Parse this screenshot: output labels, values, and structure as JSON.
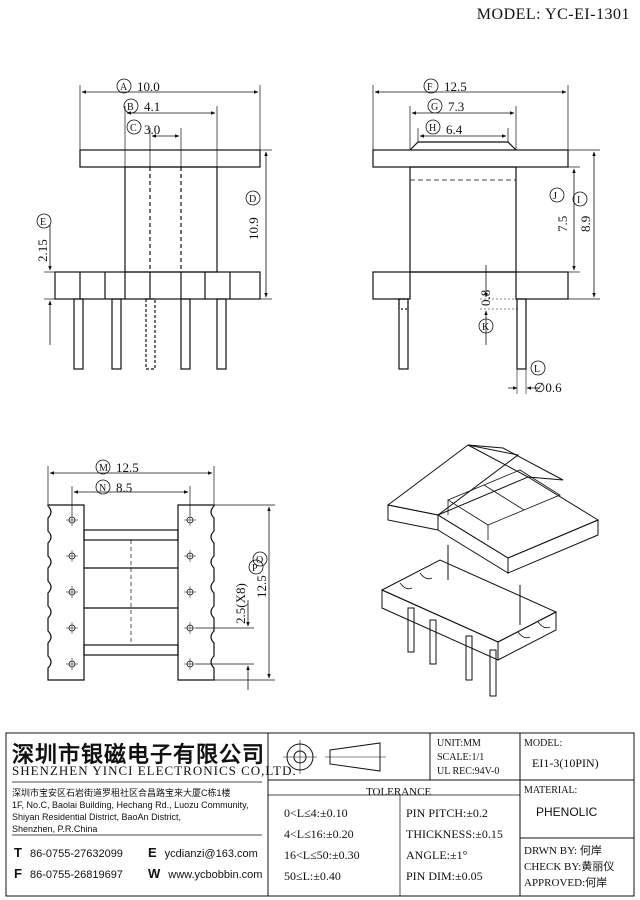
{
  "header": {
    "model_label": "MODEL: YC-EI-1301"
  },
  "front_view": {
    "dims": [
      {
        "tag": "A",
        "value": "10.0"
      },
      {
        "tag": "B",
        "value": "4.1"
      },
      {
        "tag": "C",
        "value": "3.0"
      },
      {
        "tag": "D",
        "value": "10.9"
      },
      {
        "tag": "E",
        "value": "2.15"
      }
    ]
  },
  "side_view": {
    "dims": [
      {
        "tag": "F",
        "value": "12.5"
      },
      {
        "tag": "G",
        "value": "7.3"
      },
      {
        "tag": "H",
        "value": "6.4"
      },
      {
        "tag": "J",
        "value": "7.5"
      },
      {
        "tag": "I",
        "value": "8.9"
      },
      {
        "tag": "K",
        "value": "0.8"
      },
      {
        "tag": "L",
        "value": "∅0.6"
      }
    ]
  },
  "bottom_view": {
    "dims": [
      {
        "tag": "M",
        "value": "12.5"
      },
      {
        "tag": "N",
        "value": "8.5"
      },
      {
        "tag": "P",
        "value": "2.5(X8)"
      },
      {
        "tag": "O",
        "value": "12.5"
      }
    ]
  },
  "title_block": {
    "company_cn": "深圳市银磁电子有限公司",
    "company_en": "SHENZHEN YINCI ELECTRONICS CO,LTD.",
    "address_lines": [
      "深圳市宝安区石岩街道罗租社区合昌路宝来大厦C栋1楼",
      "1F, No.C, Baolai Building, Hechang Rd., Luozu Community,",
      "Shiyan Residential District, BaoAn District,",
      "Shenzhen, P.R.China"
    ],
    "tel": {
      "letter": "T",
      "value": "86-0755-27632099"
    },
    "fax": {
      "letter": "F",
      "value": "86-0755-26819697"
    },
    "email": {
      "letter": "E",
      "value": "ycdianzi@163.com"
    },
    "web": {
      "letter": "W",
      "value": "www.ycbobbin.com"
    },
    "unit": "UNIT:MM",
    "scale": "SCALE:1/1",
    "ul_rec": "UL REC:94V-0",
    "model_label": "MODEL:",
    "model_value": "EI1-3(10PIN)",
    "tolerance_title": "TOLERANCE",
    "tolerances_left": [
      "0<L≤4:±0.10",
      "4<L≤16:±0.20",
      "16<L≤50:±0.30",
      "50≤L:±0.40"
    ],
    "tolerances_right": [
      "PIN PITCH:±0.2",
      "THICKNESS:±0.15",
      "ANGLE:±1°",
      "PIN DIM:±0.05"
    ],
    "material_label": "MATERIAL:",
    "material_value": "PHENOLIC",
    "drawn_by": "DRWN BY: 何岸",
    "checked_by": "CHECK BY:黄丽仪",
    "approved": "APPROVED:何岸"
  }
}
